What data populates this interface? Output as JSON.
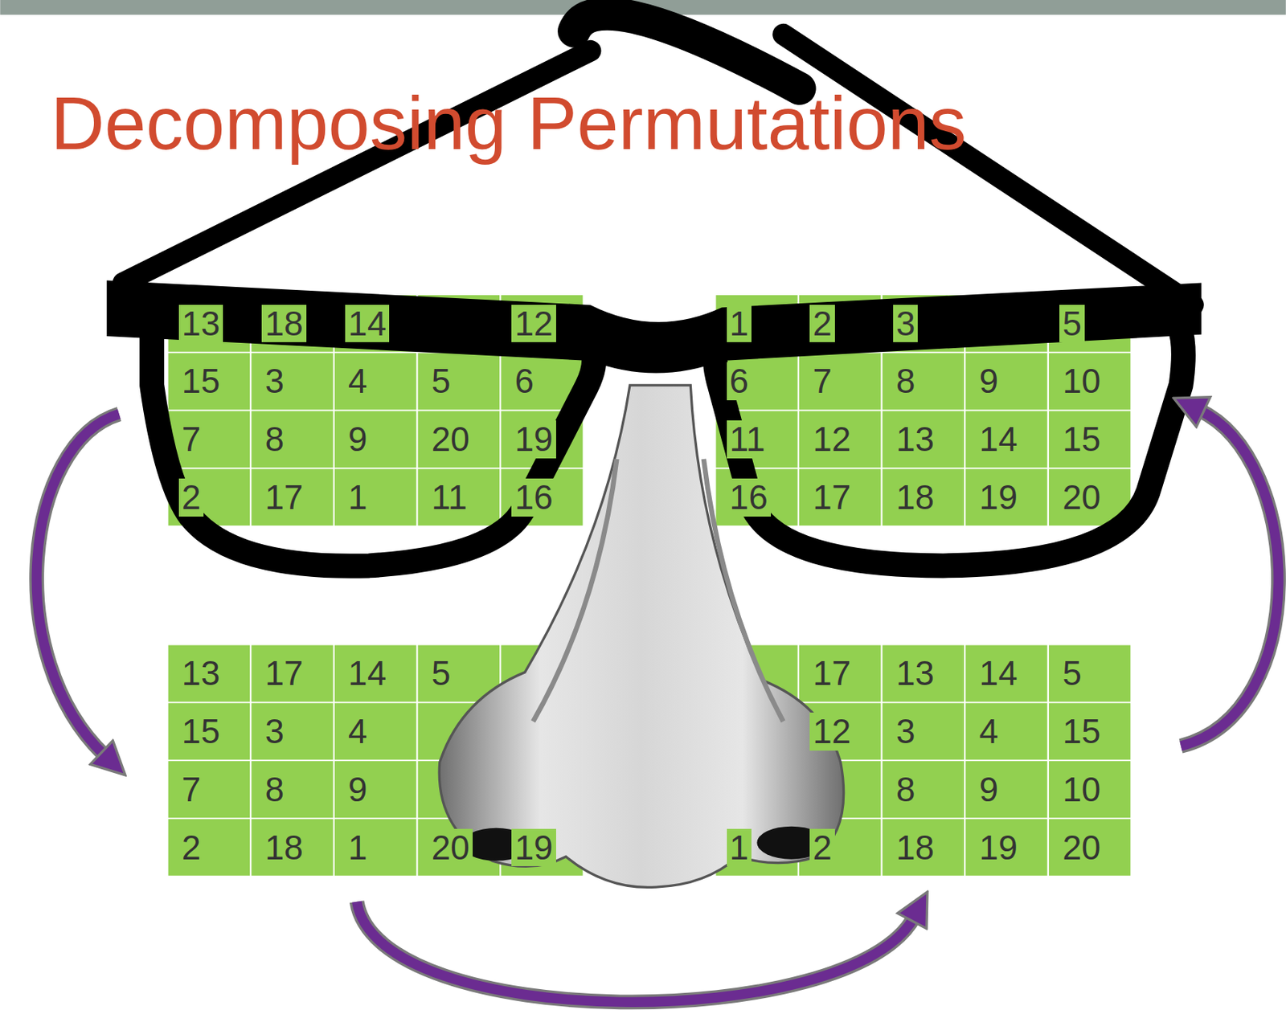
{
  "diagram": {
    "title": "Decomposing Permutations",
    "labels": [
      "13",
      "18",
      "14",
      "12",
      "15",
      "3",
      "4",
      "5",
      "6",
      "7",
      "8",
      "9",
      "20",
      "19",
      "2",
      "17",
      "1",
      "11",
      "16",
      "1",
      "2",
      "3",
      "5",
      "6",
      "7",
      "8",
      "9",
      "10",
      "11",
      "12",
      "13",
      "14",
      "15",
      "16",
      "17",
      "18",
      "19",
      "20",
      "13",
      "17",
      "14",
      "5",
      "15",
      "3",
      "4",
      "7",
      "8",
      "9",
      "2",
      "18",
      "1",
      "20",
      "19",
      "17",
      "13",
      "14",
      "5",
      "12",
      "3",
      "4",
      "15",
      "8",
      "9",
      "10",
      "1",
      "2",
      "18",
      "19",
      "20"
    ]
  }
}
